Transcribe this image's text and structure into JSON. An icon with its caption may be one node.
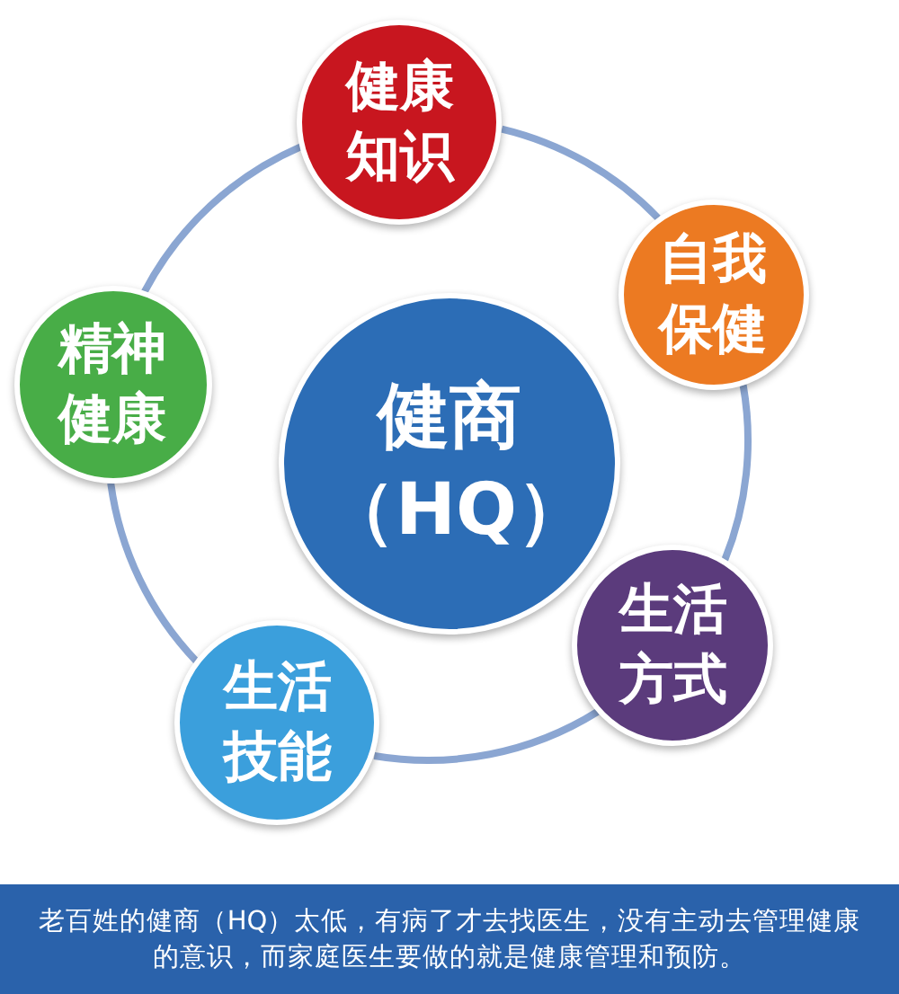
{
  "diagram": {
    "caption": "老百姓的健商（HQ）太低，有病了才去找医生，没有主动去管理健康的意识，而家庭医生要做的就是健康管理和预防。",
    "nodes": [
      {
        "text": [
          "健康知识"
        ]
      },
      {
        "text": [
          "自我保健"
        ]
      },
      {
        "text": [
          "精神健康"
        ]
      },
      {
        "text": [
          "健商（HQ）"
        ]
      },
      {
        "text": [
          "生活方式"
        ]
      },
      {
        "text": [
          "生活技能"
        ]
      }
    ],
    "edges": [
      {
        "from": 0,
        "to": 1,
        "arrow": "none"
      },
      {
        "from": 1,
        "to": 4,
        "arrow": "none"
      },
      {
        "from": 4,
        "to": 5,
        "arrow": "none"
      },
      {
        "from": 5,
        "to": 2,
        "arrow": "none"
      },
      {
        "from": 2,
        "to": 0,
        "arrow": "none"
      }
    ]
  }
}
